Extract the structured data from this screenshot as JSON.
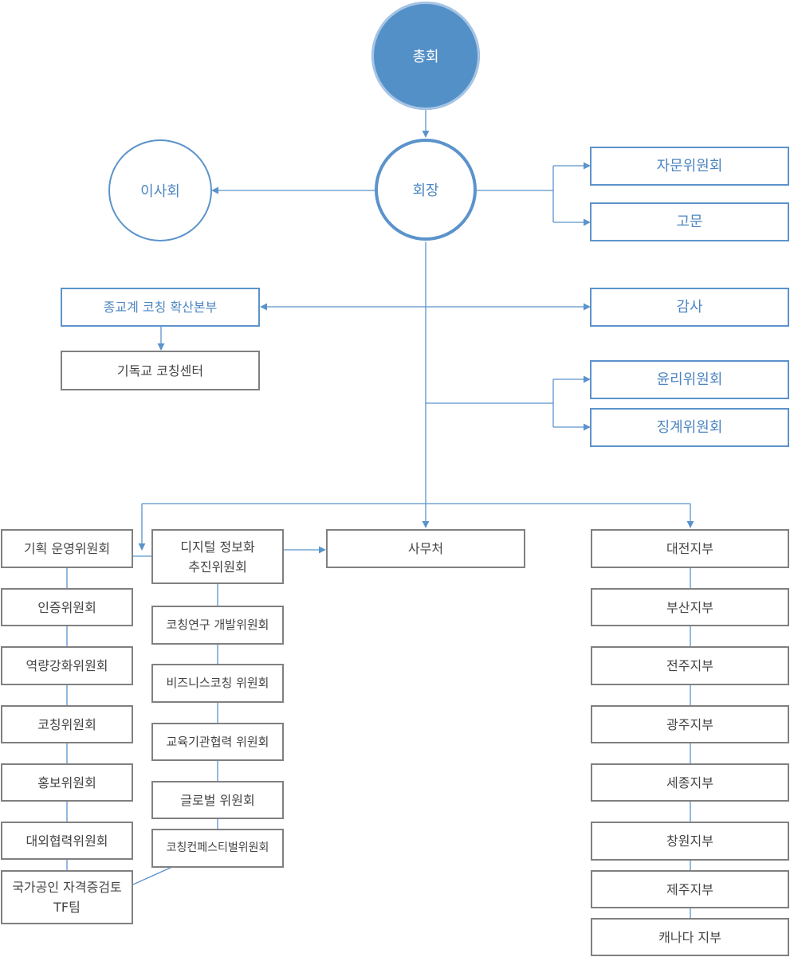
{
  "top": {
    "general_assembly": "총회"
  },
  "center": {
    "president": "회장",
    "board": "이사회"
  },
  "right_top": {
    "advisory_committee": "자문위원회",
    "advisor": "고문",
    "audit": "감사",
    "ethics_committee": "윤리위원회",
    "discipline_committee": "징계위원회"
  },
  "left_mid": {
    "religious_hq": "종교계 코칭 확산본부",
    "christian_center": "기독교 코칭센터"
  },
  "secretariat": "사무처",
  "committees_left": [
    "기획 운영위원회",
    "인증위원회",
    "역량강화위원회",
    "코칭위원회",
    "홍보위원회",
    "대외협력위원회"
  ],
  "tf_team": {
    "line1": "국가공인 자격증검토",
    "line2": "TF팀"
  },
  "committees_right": {
    "digital_line1": "디지털 정보화",
    "digital_line2": "추진위원회",
    "items": [
      "코칭연구 개발위원회",
      "비즈니스코칭 위원회",
      "교육기관협력 위원회",
      "글로벌 위원회",
      "코칭컨페스티벌위원회"
    ]
  },
  "branches": [
    "대전지부",
    "부산지부",
    "전주지부",
    "광주지부",
    "세종지부",
    "창원지부",
    "제주지부",
    "캐나다 지부"
  ],
  "colors": {
    "blue": "#5b93cb",
    "blue_fill": "#5490c8",
    "gray": "#808080"
  }
}
